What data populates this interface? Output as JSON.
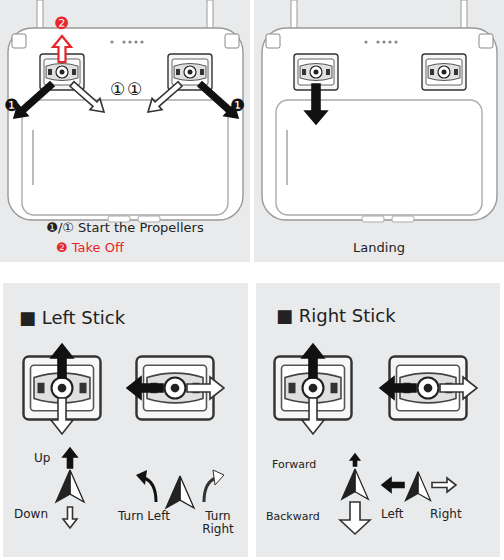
{
  "diagram": {
    "nodes": [
      {
        "text": [
          "❶/① Start the Propellers",
          "❷ Take Off"
        ]
      },
      {
        "text": [
          "Landing"
        ]
      },
      {
        "text": [
          "■ Left Stick"
        ]
      },
      {
        "text": [
          "■ Right Stick"
        ]
      }
    ],
    "labels": [
      "❶",
      "❷",
      "①",
      "①",
      "❶",
      "Up",
      "Down",
      "Turn Left",
      "Turn Right",
      "Forward",
      "Backward",
      "Left",
      "Right"
    ]
  }
}
